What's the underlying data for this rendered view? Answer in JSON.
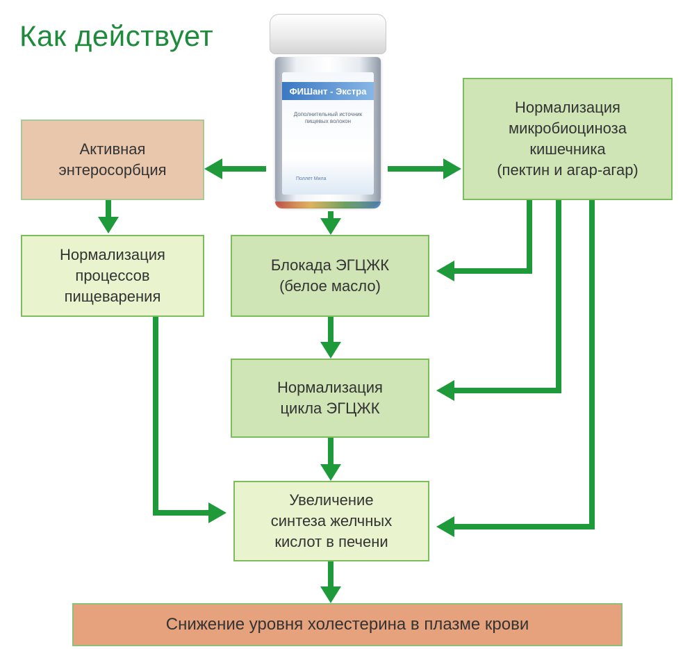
{
  "title": "Как действует",
  "product": {
    "label": "ФИШант - Экстра",
    "subtitle": "Дополнительный источник пищевых волокон",
    "logo": "Поллет Мила"
  },
  "boxes": {
    "enterosorption": "Активная\nэнтеросорбция",
    "digestion": "Нормализация\nпроцессов\nпищеварения",
    "blockade": "Блокада ЭГЦЖК\n(белое масло)",
    "cycle": "Нормализация\nцикла ЭГЦЖК",
    "synthesis": "Увеличение\nсинтеза желчных\nкислот в печени",
    "microbiocenosis": "Нормализация\nмикробиоциноза\nкишечника\n(пектин и агар-агар)",
    "result": "Снижение уровня холестерина в плазме крови"
  },
  "colors": {
    "title": "#1e8a3c",
    "arrow": "#1e9a3a",
    "peach": "#e8c7ad",
    "light_green": "#e9f3cd",
    "green": "#cfe5b5",
    "result": "#e6a27c"
  }
}
